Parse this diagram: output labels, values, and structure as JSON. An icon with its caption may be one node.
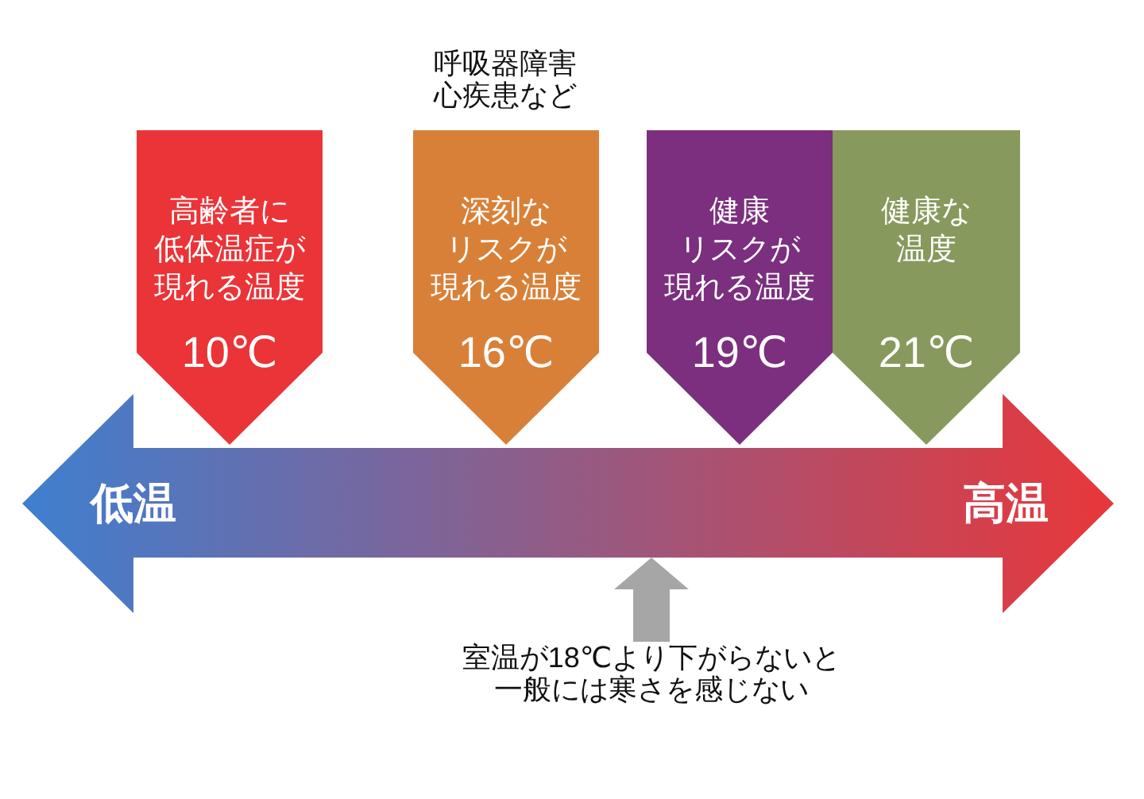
{
  "diagram": {
    "nodes": [
      {
        "text": [
          "高齢者に低体温症が現れる温度",
          "10℃"
        ]
      },
      {
        "text": [
          "深刻なリスクが現れる温度",
          "16℃"
        ],
        "beside": [
          "呼吸器障害心疾患など"
        ]
      },
      {
        "text": [
          "健康リスクが現れる温度",
          "19℃"
        ]
      },
      {
        "text": [
          "健康な温度",
          "21℃"
        ]
      },
      {
        "text": [
          "低温",
          "高温"
        ]
      },
      {
        "text": [
          "室温が18℃より下がらないと一般には寒さを感じない"
        ]
      }
    ],
    "edges": [
      {
        "from": 5,
        "to": 4,
        "arrow": "to",
        "color": "#a6a6a6"
      }
    ]
  }
}
